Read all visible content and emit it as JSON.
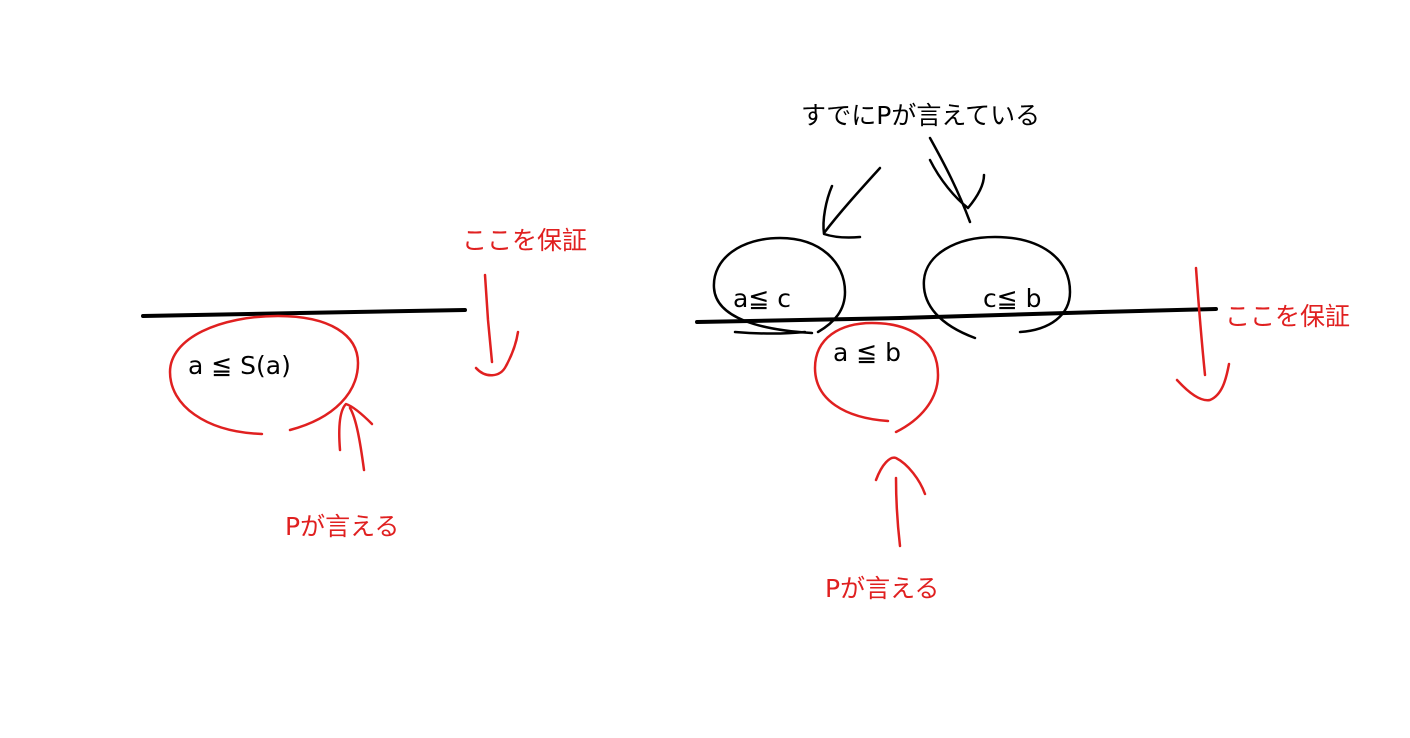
{
  "colors": {
    "ink_black": "#000000",
    "ink_red": "#e02020",
    "background": "#ffffff"
  },
  "left_panel": {
    "guarantee_label": "ここを保証",
    "circle_label": "a ≦ S(a)",
    "p_label": "Pが言える"
  },
  "right_panel": {
    "already_label": "すでにPが言えている",
    "left_circle_label": "a≦ c",
    "right_circle_label": "c≦ b",
    "middle_circle_label": "a ≦ b",
    "guarantee_label": "ここを保証",
    "p_label": "Pが言える"
  }
}
